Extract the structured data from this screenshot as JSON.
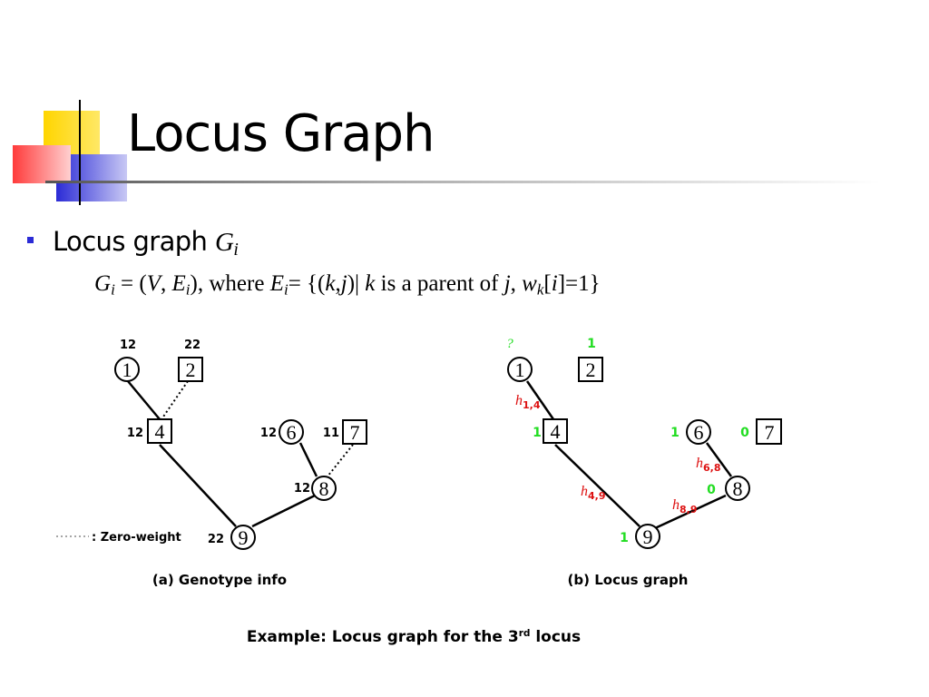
{
  "slide": {
    "title": "Locus Graph",
    "bullet": {
      "text": "Locus graph",
      "symbol": "G",
      "symbol_sub": "i"
    },
    "formula": {
      "lhs": "G",
      "lhs_sub": "i",
      "eq1": " = (",
      "v": "V",
      "comma1": ", ",
      "e": "E",
      "e_sub": "i",
      "close": "), where ",
      "e2": "E",
      "e2_sub": "i",
      "eq2": "= {(",
      "k": "k",
      "comma2": ",",
      "j": "j",
      "bar": ")| ",
      "k2": "k",
      "mid": " is a parent of ",
      "j2": "j",
      "comma3": ", ",
      "w": "w",
      "w_sub": "k",
      "bracket_open": "[",
      "i": "i",
      "bracket_close": "]=1}"
    },
    "footer": {
      "text": "Example: Locus graph for the 3",
      "sup": "rd",
      "tail": " locus"
    }
  },
  "diagram_a": {
    "caption": "(a) Genotype info",
    "legend": ": Zero-weight",
    "nodes": [
      {
        "id": "1",
        "shape": "circle",
        "value": "12"
      },
      {
        "id": "2",
        "shape": "square",
        "value": "22"
      },
      {
        "id": "4",
        "shape": "square",
        "value": "12"
      },
      {
        "id": "6",
        "shape": "circle",
        "value": "12"
      },
      {
        "id": "7",
        "shape": "square",
        "value": "11"
      },
      {
        "id": "8",
        "shape": "circle",
        "value": "12"
      },
      {
        "id": "9",
        "shape": "circle",
        "value": "22"
      }
    ],
    "edges": [
      {
        "from": "1",
        "to": "4",
        "style": "solid"
      },
      {
        "from": "2",
        "to": "4",
        "style": "dotted"
      },
      {
        "from": "4",
        "to": "9",
        "style": "solid"
      },
      {
        "from": "6",
        "to": "8",
        "style": "solid"
      },
      {
        "from": "7",
        "to": "8",
        "style": "dotted"
      },
      {
        "from": "8",
        "to": "9",
        "style": "solid"
      }
    ]
  },
  "diagram_b": {
    "caption": "(b) Locus graph",
    "nodes": [
      {
        "id": "1",
        "shape": "circle",
        "value": "?"
      },
      {
        "id": "2",
        "shape": "square",
        "value": "1"
      },
      {
        "id": "4",
        "shape": "square",
        "value": "1"
      },
      {
        "id": "6",
        "shape": "circle",
        "value": "1"
      },
      {
        "id": "7",
        "shape": "square",
        "value": "0"
      },
      {
        "id": "8",
        "shape": "circle",
        "value": "0"
      },
      {
        "id": "9",
        "shape": "circle",
        "value": "1"
      }
    ],
    "edges": [
      {
        "from": "1",
        "to": "4",
        "label": "h",
        "label_sub": "1,4"
      },
      {
        "from": "4",
        "to": "9",
        "label": "h",
        "label_sub": "4,9"
      },
      {
        "from": "6",
        "to": "8",
        "label": "h",
        "label_sub": "6,8"
      },
      {
        "from": "8",
        "to": "9",
        "label": "h",
        "label_sub": "8,9"
      }
    ]
  },
  "colors": {
    "node_value_a": "#000000",
    "node_value_b": "#22dd22",
    "edge_label": "#dd1111",
    "accent_yellow": "#ffd500",
    "accent_red": "#ff3b3b",
    "accent_blue": "#2b2bd6"
  }
}
